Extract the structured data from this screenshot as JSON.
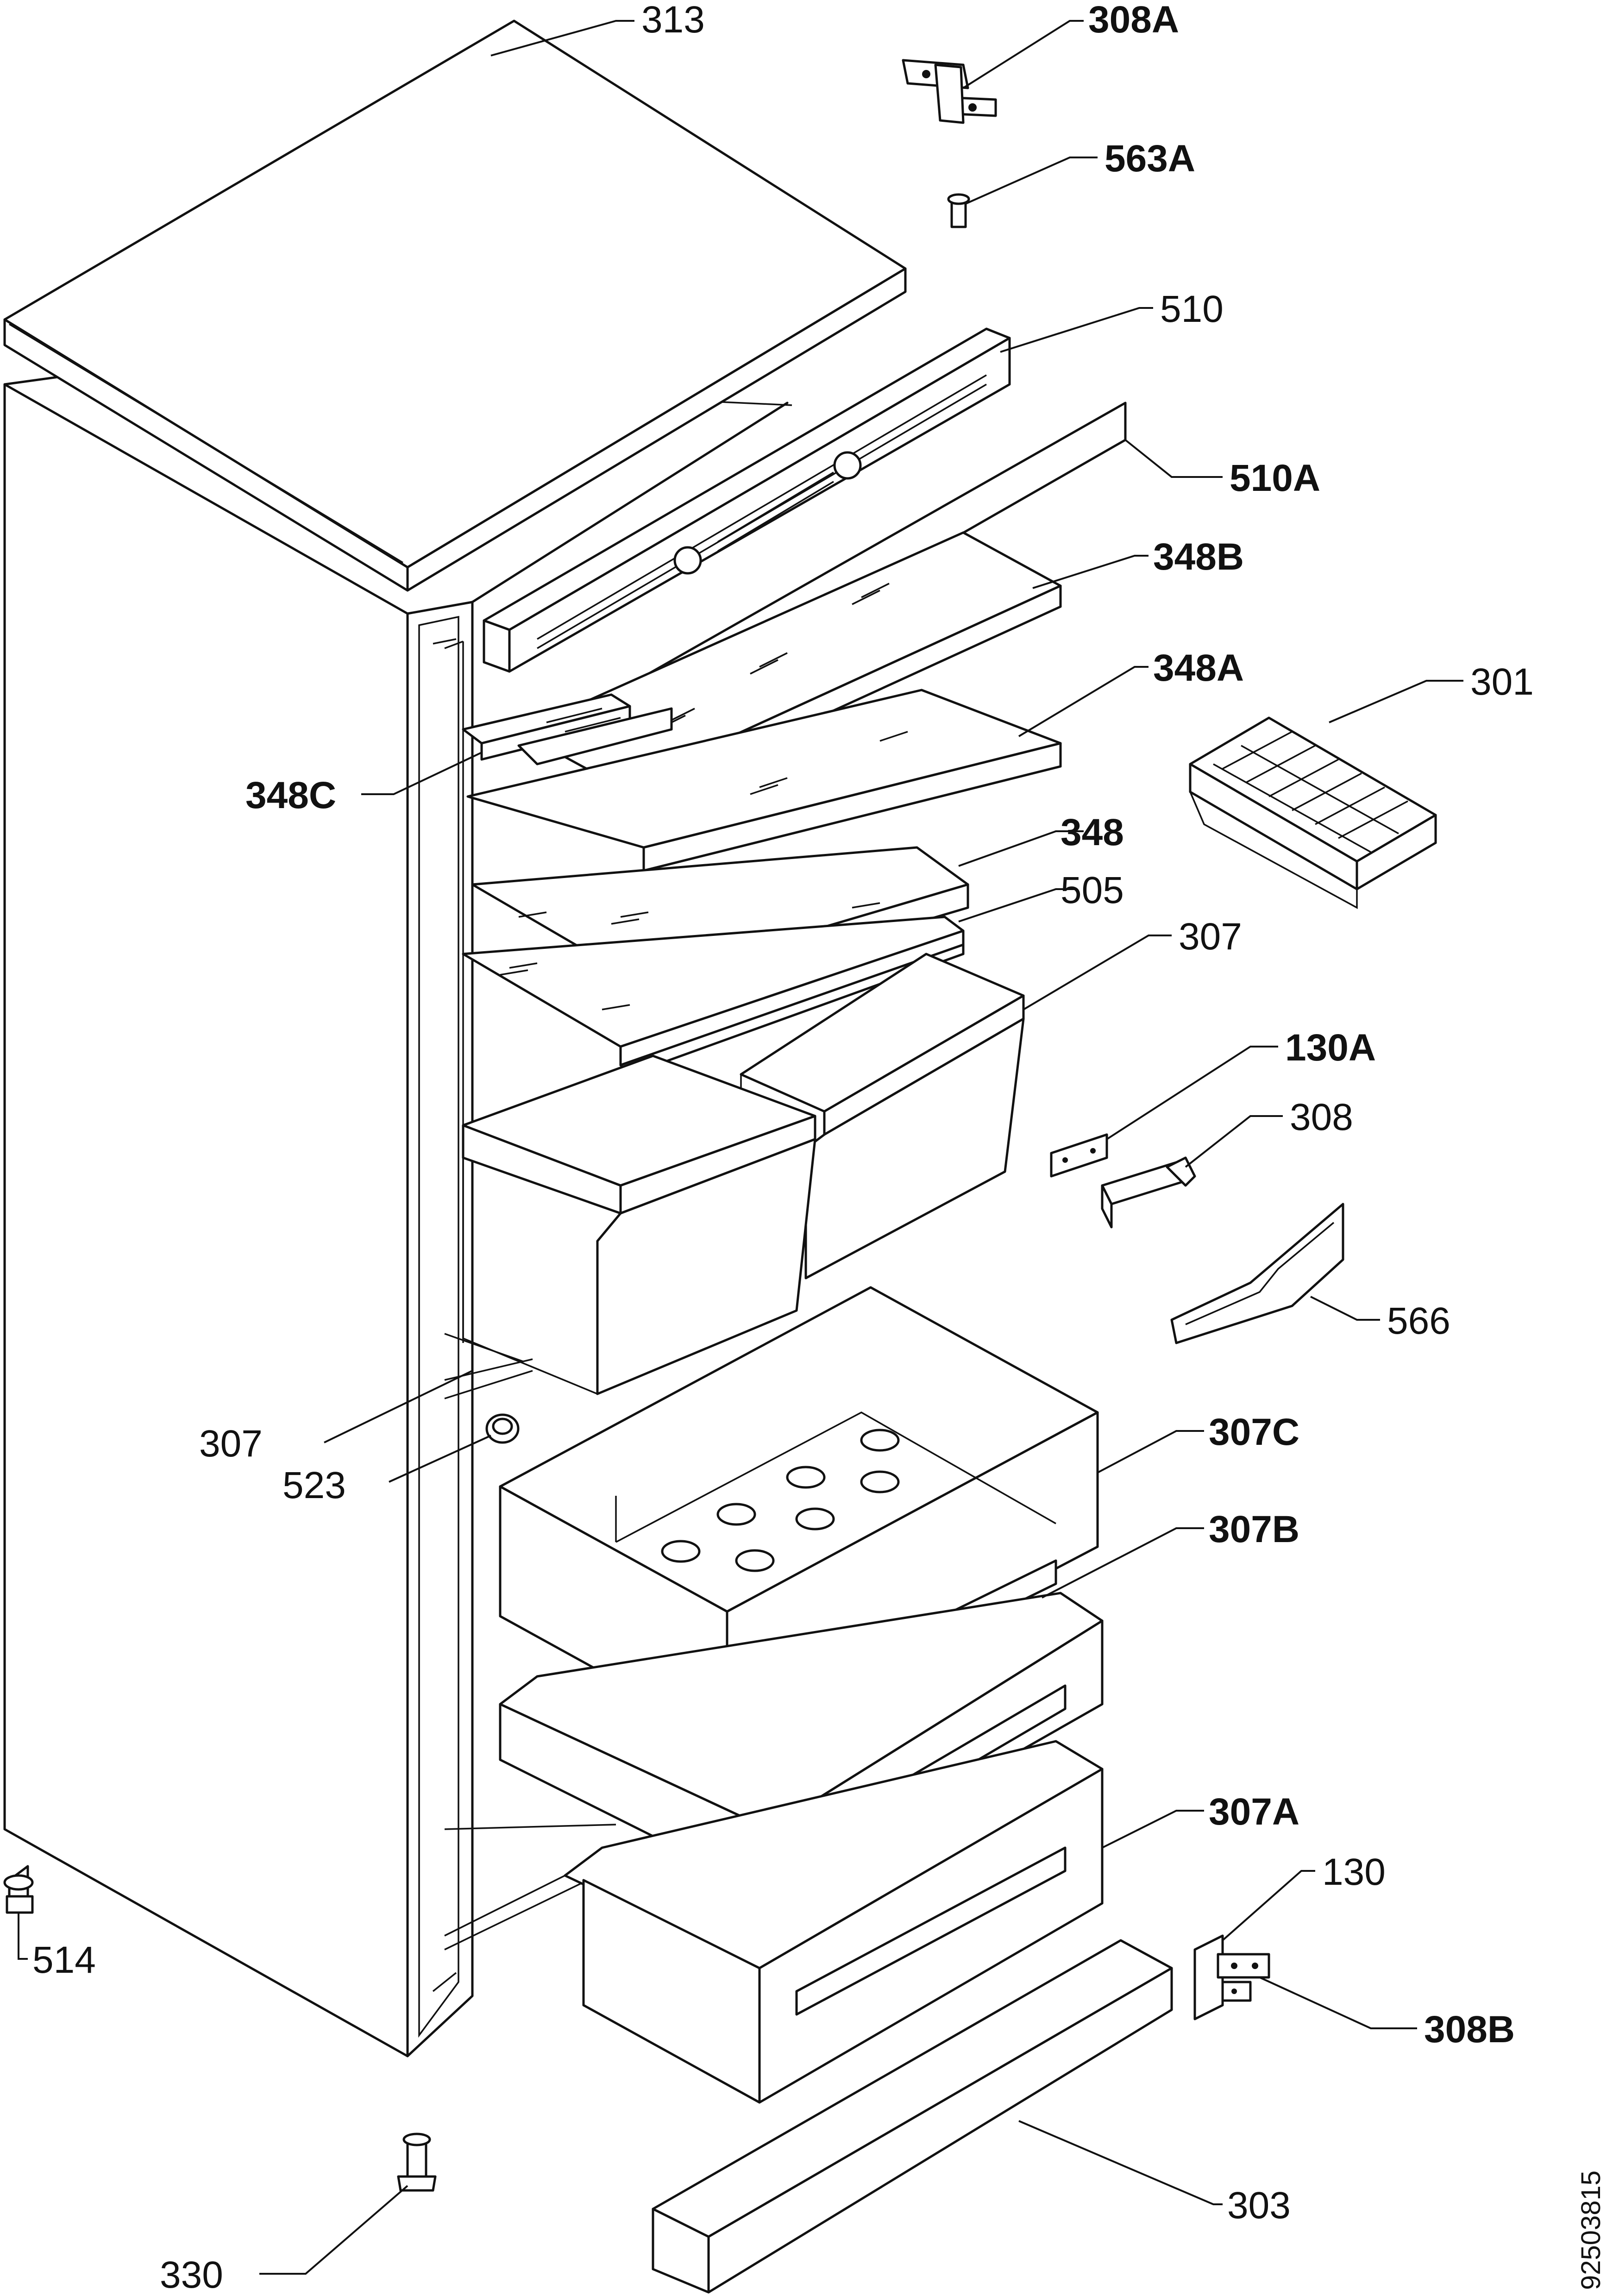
{
  "diagram": {
    "labels": {
      "p313": "313",
      "p308A": "308A",
      "p563A": "563A",
      "p510": "510",
      "p510A": "510A",
      "p348B": "348B",
      "p348A": "348A",
      "p301": "301",
      "p348C": "348C",
      "p348": "348",
      "p505": "505",
      "p307_top": "307",
      "p130A": "130A",
      "p308": "308",
      "p566": "566",
      "p307_left": "307",
      "p523": "523",
      "p307C": "307C",
      "p307B": "307B",
      "p307A": "307A",
      "p130": "130",
      "p514": "514",
      "p308B": "308B",
      "p303": "303",
      "p330": "330"
    },
    "document_number": "92503815"
  }
}
